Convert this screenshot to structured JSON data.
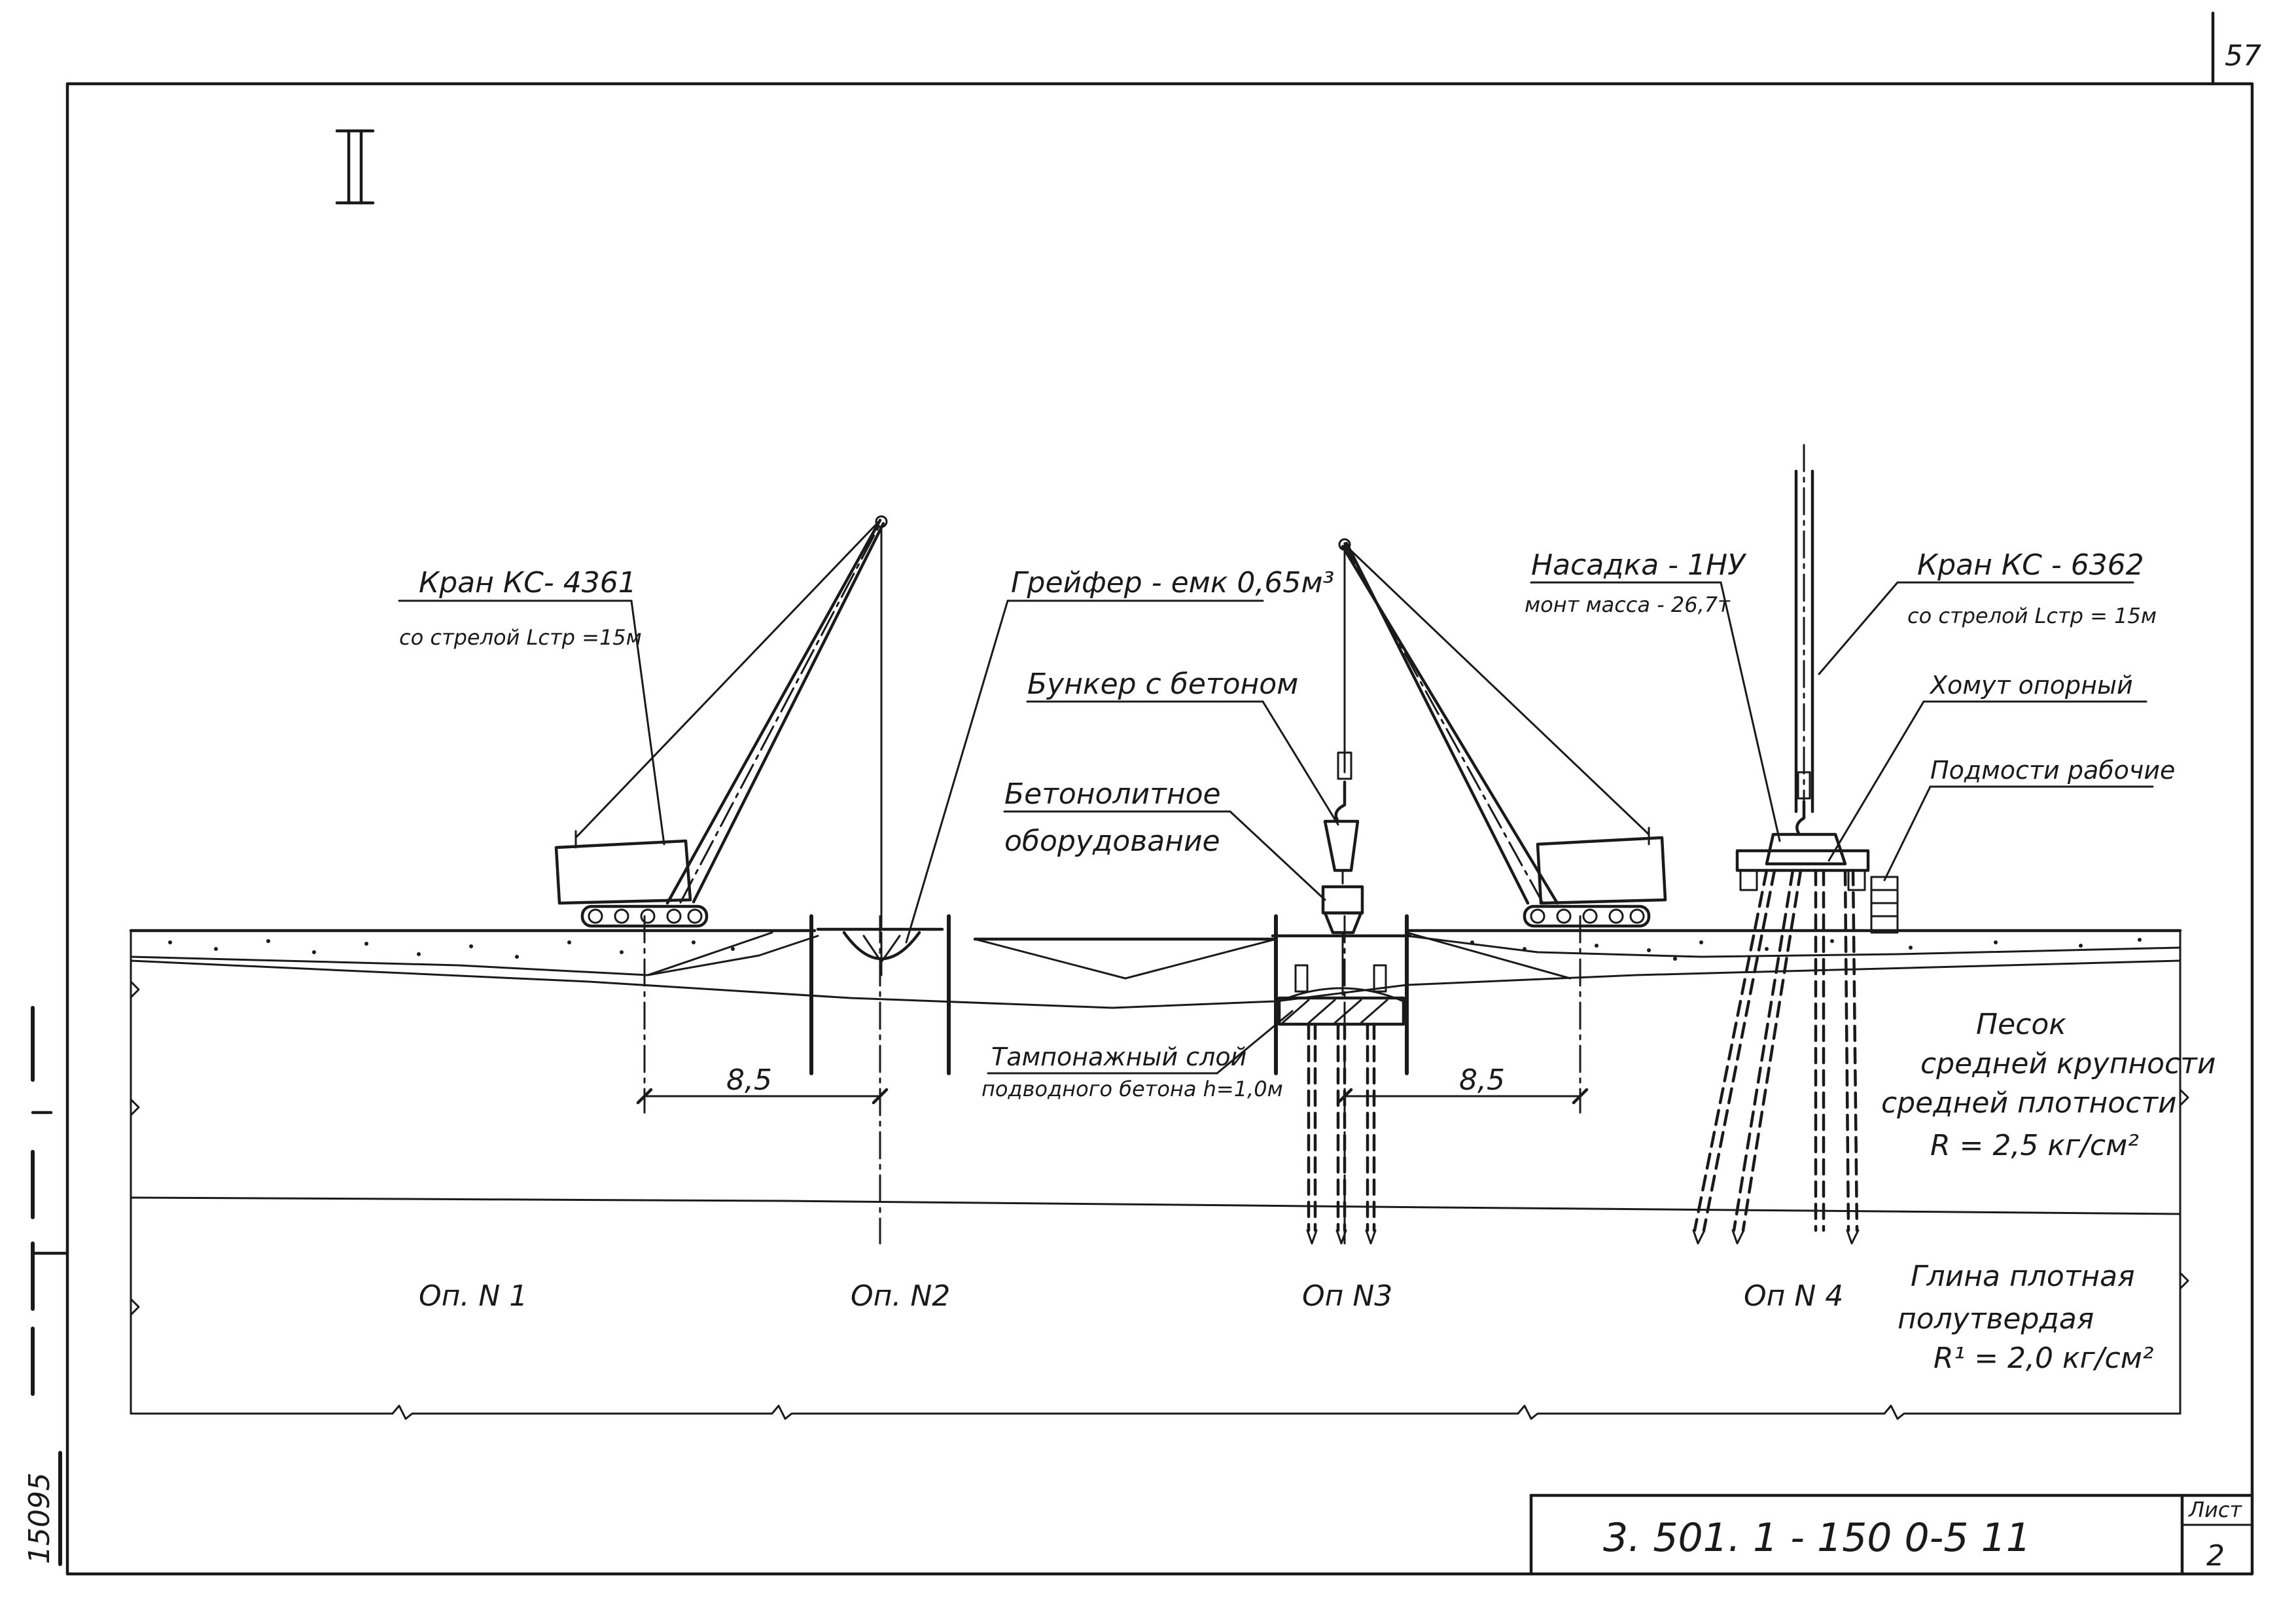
{
  "sheet": {
    "corner_number": "57",
    "section_numeral": "II",
    "designation": "3. 501. 1 -  150    0-5 11",
    "sheet_label": "Лист",
    "sheet_number": "2",
    "side_archive_number": "15095"
  },
  "callouts": {
    "crane1_title": "Кран КС- 4361",
    "crane1_sub": "со стрелой Lстр =15м",
    "grab": "Грейфер - емк 0,65м³",
    "bunker": "Бункер с бетоном",
    "concrete_eq_1": "Бетонолитное",
    "concrete_eq_2": "оборудование",
    "nozzle_title": "Насадка - 1НУ",
    "nozzle_sub": "монт масса - 26,7т",
    "crane2_title": "Кран КС - 6362",
    "crane2_sub": "со стрелой Lстр = 15м",
    "clamp": "Хомут опорный",
    "scaffold": "Подмости рабочие",
    "seal_title": "Тампонажный слой",
    "seal_sub": "подводного бетона h=1,0м"
  },
  "dimensions": {
    "dim_left": "8,5",
    "dim_right": "8,5"
  },
  "supports": [
    {
      "label": "Оп. N 1"
    },
    {
      "label": "Оп. N2"
    },
    {
      "label": "Оп N3"
    },
    {
      "label": "Оп N 4"
    }
  ],
  "soils": {
    "sand_1": "Песок",
    "sand_2": "средней крупности",
    "sand_3": "средней плотности",
    "sand_4": "R = 2,5 кг/см²",
    "clay_1": "Глина плотная",
    "clay_2": "полутвердая",
    "clay_3": "R¹ = 2,0 кг/см²"
  }
}
